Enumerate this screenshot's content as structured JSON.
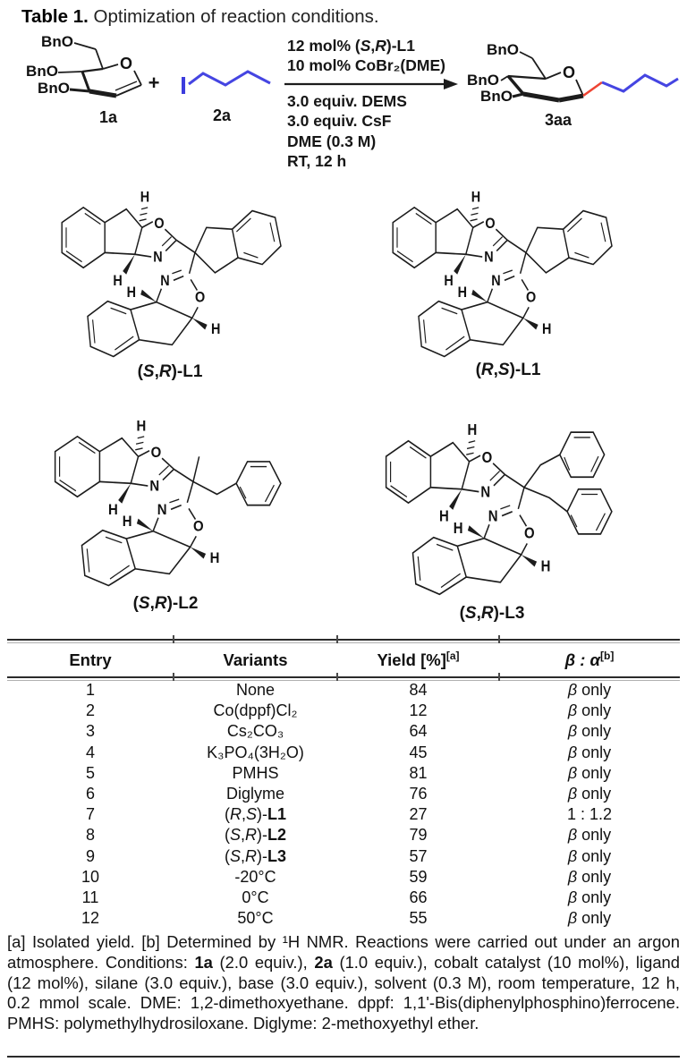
{
  "title": {
    "label_bold": "Table 1.",
    "label_rest": " Optimization of reaction conditions."
  },
  "scheme": {
    "substrate_label": "1a",
    "alkyl_iodide_label": "2a",
    "product_label": "3aa",
    "plus_sign": "+",
    "benzyloxy_group": "BnO",
    "ring_oxygen": "O",
    "iodine_atom": "I",
    "conditions_above_arrow": [
      "12 mol% (<i>S</i>,<i>R</i>)-L1",
      "10 mol% CoBr₂(DME)"
    ],
    "conditions_below_arrow": [
      "3.0 equiv. DEMS",
      "3.0 equiv. CsF",
      "DME (0.3 M)",
      "RT, 12 h"
    ],
    "colors": {
      "alkyl_chain_blue": "#4545e2",
      "new_bond_red": "#ee4433"
    }
  },
  "atoms": {
    "H": "H",
    "O": "O",
    "N": "N"
  },
  "ligands": [
    {
      "label_html": "(<i>S</i>,<i>R</i>)-L1"
    },
    {
      "label_html": "(<i>R</i>,<i>S</i>)-L1"
    },
    {
      "label_html": "(<i>S</i>,<i>R</i>)-L2"
    },
    {
      "label_html": "(<i>S</i>,<i>R</i>)-L3"
    }
  ],
  "table": {
    "headers": [
      {
        "label": "Entry",
        "sup": ""
      },
      {
        "label": "Variants",
        "sup": ""
      },
      {
        "label": "Yield [%]",
        "sup": "[a]"
      },
      {
        "label": "β : α",
        "sup": "[b]"
      }
    ],
    "rows": [
      {
        "entry": "1",
        "variant_html": "None",
        "yield": "84",
        "ratio_html": "<i>β</i> only"
      },
      {
        "entry": "2",
        "variant_html": "Co(dppf)Cl₂",
        "yield": "12",
        "ratio_html": "<i>β</i> only"
      },
      {
        "entry": "3",
        "variant_html": "Cs₂CO₃",
        "yield": "64",
        "ratio_html": "<i>β</i> only"
      },
      {
        "entry": "4",
        "variant_html": "K₃PO₄(3H₂O)",
        "yield": "45",
        "ratio_html": "<i>β</i> only"
      },
      {
        "entry": "5",
        "variant_html": "PMHS",
        "yield": "81",
        "ratio_html": "<i>β</i> only"
      },
      {
        "entry": "6",
        "variant_html": "Diglyme",
        "yield": "76",
        "ratio_html": "<i>β</i> only"
      },
      {
        "entry": "7",
        "variant_html": "(<i>R</i>,<i>S</i>)-<b>L1</b>",
        "yield": "27",
        "ratio_html": "1 : 1.2"
      },
      {
        "entry": "8",
        "variant_html": "(<i>S</i>,<i>R</i>)-<b>L2</b>",
        "yield": "79",
        "ratio_html": "<i>β</i> only"
      },
      {
        "entry": "9",
        "variant_html": "(<i>S</i>,<i>R</i>)-<b>L3</b>",
        "yield": "57",
        "ratio_html": "<i>β</i> only"
      },
      {
        "entry": "10",
        "variant_html": "-20°C",
        "yield": "59",
        "ratio_html": "<i>β</i> only"
      },
      {
        "entry": "11",
        "variant_html": "0°C",
        "yield": "66",
        "ratio_html": "<i>β</i> only"
      },
      {
        "entry": "12",
        "variant_html": "50°C",
        "yield": "55",
        "ratio_html": "<i>β</i> only"
      }
    ]
  },
  "footnote_html": "[a] Isolated yield. [b] Determined by ¹H NMR. Reactions were carried out under an argon atmosphere. Conditions: <b>1a</b> (2.0 equiv.), <b>2a</b> (1.0 equiv.), cobalt catalyst (10 mol%), ligand (12 mol%), silane (3.0 equiv.), base (3.0 equiv.), solvent (0.3 M), room temperature, 12 h, 0.2 mmol scale. DME: 1,2-dimethoxyethane. dppf: 1,1'-Bis(diphenylphosphino)ferrocene. PMHS: polymethylhydrosiloxane. Diglyme: 2-methoxyethyl ether."
}
